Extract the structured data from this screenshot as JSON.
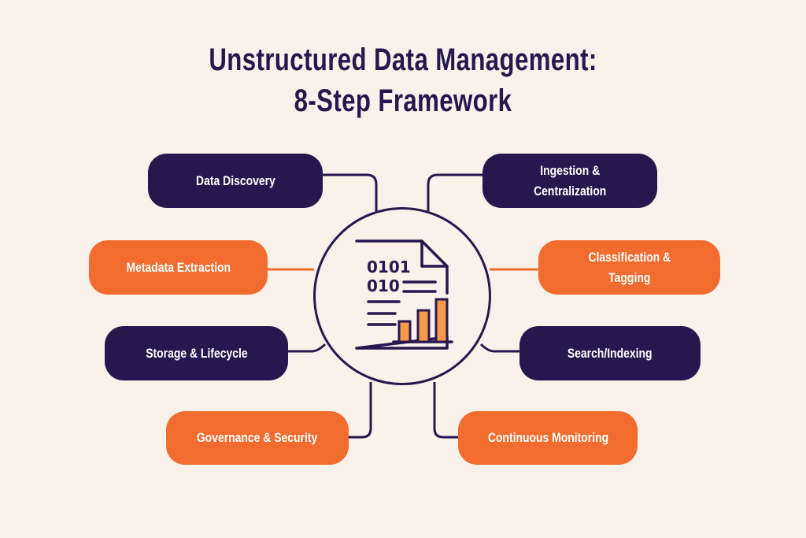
{
  "header": {
    "title_line1": "Unstructured Data Management:",
    "title_line2": "8-Step Framework"
  },
  "colors": {
    "background": "#f9f1ea",
    "dark": "#26184f",
    "accent": "#f26c2f",
    "chart_bars": "#f79a4a"
  },
  "hub": {
    "icon": "document-data-chart-icon",
    "binary_line1": "0101",
    "binary_line2": "010"
  },
  "steps": [
    {
      "label": "Data Discovery",
      "style": "dark",
      "side": "left"
    },
    {
      "label": "Ingestion &\nCentralization",
      "style": "dark",
      "side": "right"
    },
    {
      "label": "Metadata Extraction",
      "style": "orange",
      "side": "left"
    },
    {
      "label": "Classification &\nTagging",
      "style": "orange",
      "side": "right"
    },
    {
      "label": "Storage & Lifecycle",
      "style": "dark",
      "side": "left"
    },
    {
      "label": "Search/Indexing",
      "style": "dark",
      "side": "right"
    },
    {
      "label": "Governance & Security",
      "style": "orange",
      "side": "left"
    },
    {
      "label": "Continuous Monitoring",
      "style": "orange",
      "side": "right"
    }
  ]
}
